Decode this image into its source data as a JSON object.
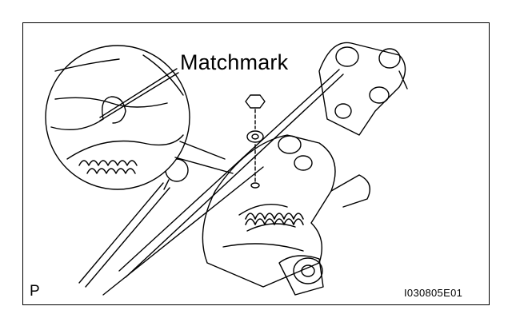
{
  "figure": {
    "callout_label": "Matchmark",
    "corner_letter": "P",
    "figure_id": "I030805E01"
  }
}
